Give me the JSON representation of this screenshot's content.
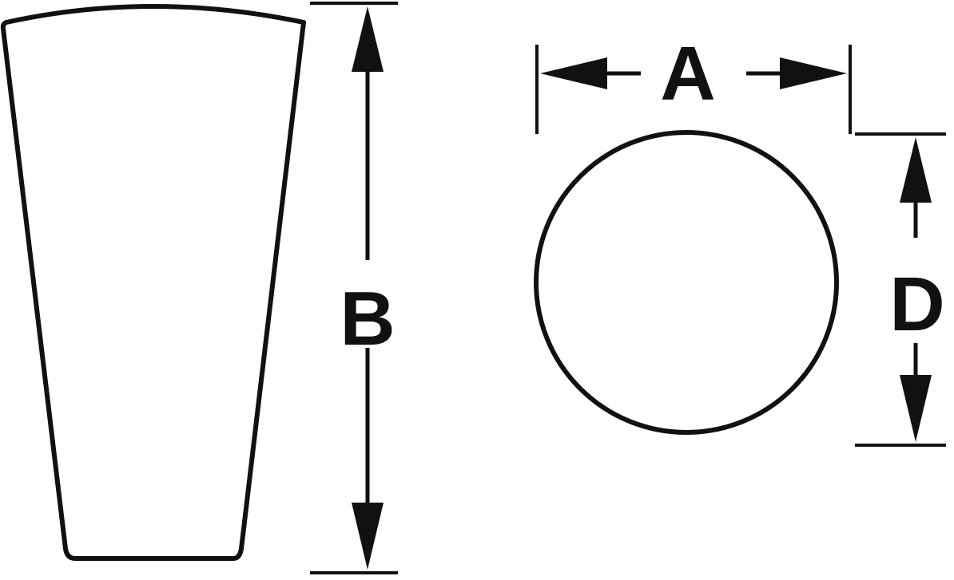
{
  "colors": {
    "stroke": "#111111",
    "background": "#ffffff"
  },
  "dimensions": {
    "a_label": "A",
    "b_label": "B",
    "d_label": "D"
  }
}
